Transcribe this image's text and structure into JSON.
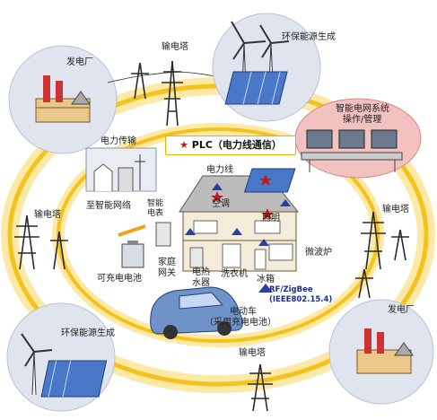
{
  "labels": {
    "power_plant_top": "发电厂",
    "tower_top": "输电塔",
    "renewable_top": "环保能源生成",
    "smart_grid_ops": [
      "智能电网系统",
      "操作/管理"
    ],
    "power_transmission": "电力传输",
    "plc": "PLC（电力线通信）",
    "power_line": "电力线",
    "to_smart_grid": "至智能网络",
    "smart_meter": [
      "智能",
      "电表"
    ],
    "aircon": "空调",
    "lighting": "照明",
    "tower_left": "输电塔",
    "tower_right": "输电塔",
    "microwave": "微波炉",
    "home_gateway": [
      "家庭",
      "网关"
    ],
    "water_heater": [
      "电热",
      "水器"
    ],
    "washer": "洗衣机",
    "fridge": "冰箱",
    "rechargeable_battery": "可充电电池",
    "zigbee": [
      "RF/ZigBee",
      "(IEEE802.15.4)"
    ],
    "ev": [
      "电动车",
      "（采用充电电池）"
    ],
    "renewable_bottom": "环保能源生成",
    "power_plant_bottom": "发电厂",
    "tower_bottom": "输电塔"
  },
  "colors": {
    "ring": "#f5c21b",
    "ring_light": "#fde9a6",
    "bubble": "#dfe4ee",
    "house_wall": "#f3ecd9",
    "roof": "#bcbcbc",
    "solar": "#4a78c8",
    "tower": "#2a2a2a",
    "star": "#c0161c"
  }
}
